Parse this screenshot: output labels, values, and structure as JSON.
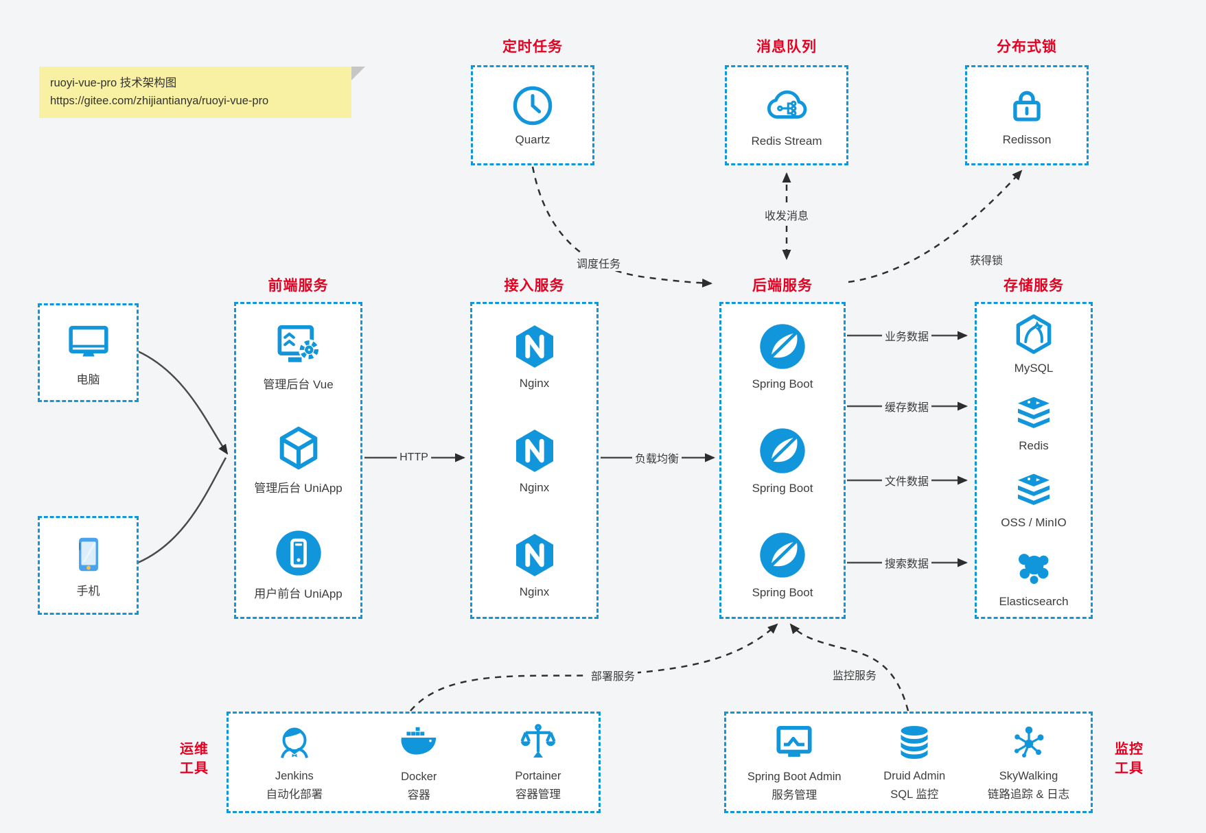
{
  "note": {
    "line1": "ruoyi-vue-pro 技术架构图",
    "line2": "https://gitee.com/zhijiantianya/ruoyi-vue-pro"
  },
  "colors": {
    "accent_blue": "#1296db",
    "title_red": "#e60021",
    "arrow_dark": "#4a4a4b",
    "page_bg": "#f4f5f6",
    "note_bg": "#f8f0a2"
  },
  "top_services": [
    {
      "title": "定时任务",
      "name": "Quartz",
      "icon": "clock-icon"
    },
    {
      "title": "消息队列",
      "name": "Redis Stream",
      "icon": "cloud-stream-icon"
    },
    {
      "title": "分布式锁",
      "name": "Redisson",
      "icon": "lock-icon"
    }
  ],
  "clients": [
    {
      "label": "电脑",
      "icon": "desktop-icon"
    },
    {
      "label": "手机",
      "icon": "smartphone-icon"
    }
  ],
  "columns": {
    "frontend": {
      "title": "前端服务",
      "items": [
        {
          "label": "管理后台 Vue",
          "icon": "admin-vue-icon"
        },
        {
          "label": "管理后台 UniApp",
          "icon": "cube-icon"
        },
        {
          "label": "用户前台 UniApp",
          "icon": "mobile-app-icon"
        }
      ]
    },
    "gateway": {
      "title": "接入服务",
      "items": [
        {
          "label": "Nginx",
          "icon": "nginx-icon"
        },
        {
          "label": "Nginx",
          "icon": "nginx-icon"
        },
        {
          "label": "Nginx",
          "icon": "nginx-icon"
        }
      ]
    },
    "backend": {
      "title": "后端服务",
      "items": [
        {
          "label": "Spring Boot",
          "icon": "spring-icon"
        },
        {
          "label": "Spring Boot",
          "icon": "spring-icon"
        },
        {
          "label": "Spring Boot",
          "icon": "spring-icon"
        }
      ]
    },
    "storage": {
      "title": "存储服务",
      "items": [
        {
          "label": "MySQL",
          "icon": "mysql-icon"
        },
        {
          "label": "Redis",
          "icon": "storage-stack-icon"
        },
        {
          "label": "OSS / MinIO",
          "icon": "storage-stack-icon"
        },
        {
          "label": "Elasticsearch",
          "icon": "elasticsearch-icon"
        }
      ]
    }
  },
  "ops": {
    "title_line1": "运维",
    "title_line2": "工具",
    "items": [
      {
        "name": "Jenkins",
        "desc": "自动化部署",
        "icon": "jenkins-icon"
      },
      {
        "name": "Docker",
        "desc": "容器",
        "icon": "docker-icon"
      },
      {
        "name": "Portainer",
        "desc": "容器管理",
        "icon": "portainer-icon"
      }
    ]
  },
  "monitor": {
    "title_line1": "监控",
    "title_line2": "工具",
    "items": [
      {
        "name": "Spring Boot Admin",
        "desc": "服务管理",
        "icon": "monitor-chart-icon"
      },
      {
        "name": "Druid Admin",
        "desc": "SQL 监控",
        "icon": "database-icon"
      },
      {
        "name": "SkyWalking",
        "desc": "链路追踪 & 日志",
        "icon": "skywalking-icon"
      }
    ]
  },
  "edges": {
    "http": "HTTP",
    "load_balance": "负载均衡",
    "business_data": "业务数据",
    "cache_data": "缓存数据",
    "file_data": "文件数据",
    "search_data": "搜索数据",
    "schedule": "调度任务",
    "messaging": "收发消息",
    "acquire_lock": "获得锁",
    "deploy": "部署服务",
    "monitoring": "监控服务"
  }
}
